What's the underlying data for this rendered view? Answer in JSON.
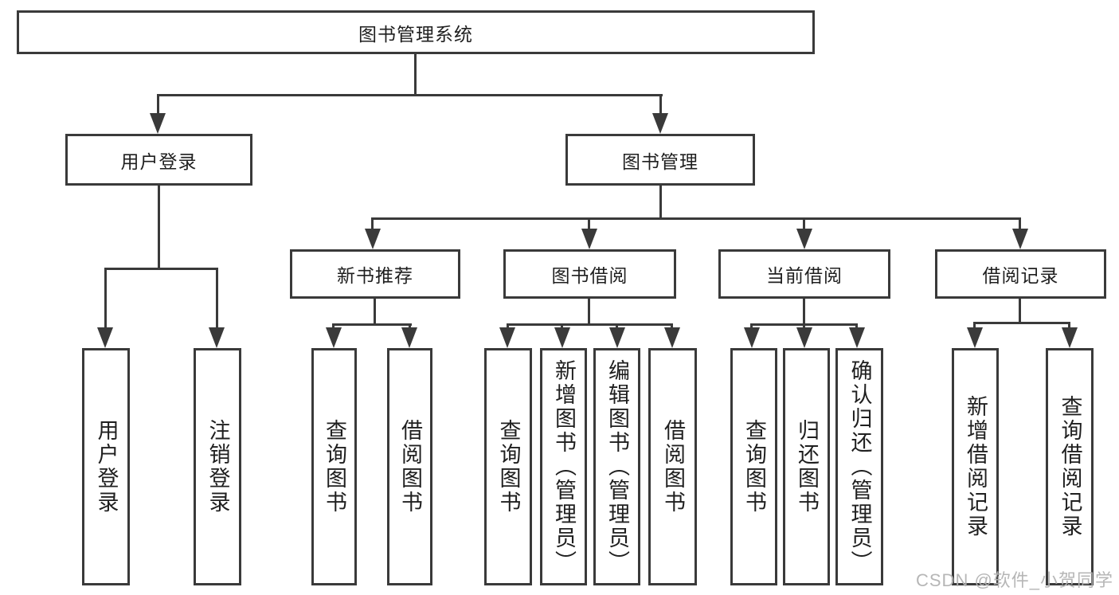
{
  "diagram_title": "图书管理系统",
  "tree": {
    "label": "图书管理系统",
    "children": [
      {
        "label": "用户登录",
        "children": [
          {
            "label": "用户登录"
          },
          {
            "label": "注销登录"
          }
        ]
      },
      {
        "label": "图书管理",
        "children": [
          {
            "label": "新书推荐",
            "children": [
              {
                "label": "查询图书"
              },
              {
                "label": "借阅图书"
              }
            ]
          },
          {
            "label": "图书借阅",
            "children": [
              {
                "label": "查询图书"
              },
              {
                "label": "新增图书（管理员）"
              },
              {
                "label": "编辑图书（管理员）"
              },
              {
                "label": "借阅图书"
              }
            ]
          },
          {
            "label": "当前借阅",
            "children": [
              {
                "label": "查询图书"
              },
              {
                "label": "归还图书"
              },
              {
                "label": "确认归还（管理员）"
              }
            ]
          },
          {
            "label": "借阅记录",
            "children": [
              {
                "label": "新增借阅记录"
              },
              {
                "label": "查询借阅记录"
              }
            ]
          }
        ]
      }
    ]
  },
  "watermark": {
    "text": "CSDN @软件_小贺同学"
  },
  "colors": {
    "line": "#3a3a3a",
    "text": "#1f1f1f",
    "watermark": "#b2b2b2",
    "background": "#ffffff"
  }
}
